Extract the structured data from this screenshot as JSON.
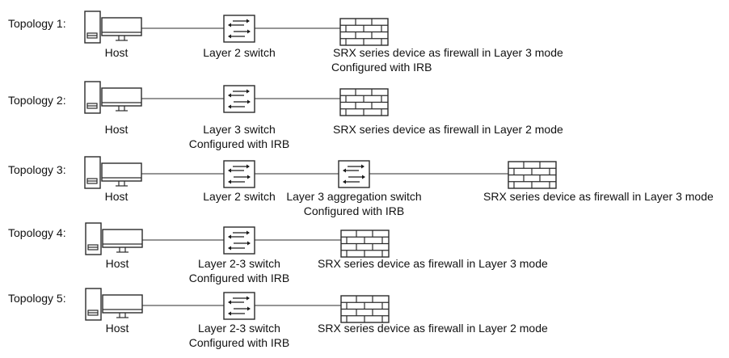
{
  "topologies": [
    {
      "label": "Topology 1:",
      "devices": [
        {
          "type": "host",
          "icon": "host-computer-icon",
          "caption": [
            "Host"
          ]
        },
        {
          "type": "switch",
          "icon": "network-switch-icon",
          "caption": [
            "Layer 2 switch"
          ]
        },
        {
          "type": "firewall",
          "icon": "firewall-icon",
          "caption": [
            "SRX series device as firewall in Layer 3 mode",
            "Configured with IRB"
          ]
        }
      ]
    },
    {
      "label": "Topology 2:",
      "devices": [
        {
          "type": "host",
          "icon": "host-computer-icon",
          "caption": [
            "Host"
          ]
        },
        {
          "type": "switch",
          "icon": "network-switch-icon",
          "caption": [
            "Layer 3 switch",
            "Configured with IRB"
          ]
        },
        {
          "type": "firewall",
          "icon": "firewall-icon",
          "caption": [
            "SRX series device as firewall in Layer 2 mode"
          ]
        }
      ]
    },
    {
      "label": "Topology 3:",
      "devices": [
        {
          "type": "host",
          "icon": "host-computer-icon",
          "caption": [
            "Host"
          ]
        },
        {
          "type": "switch",
          "icon": "network-switch-icon",
          "caption": [
            "Layer 2 switch"
          ]
        },
        {
          "type": "switch",
          "icon": "network-switch-icon",
          "caption": [
            "Layer 3 aggregation switch",
            "Configured with IRB"
          ]
        },
        {
          "type": "firewall",
          "icon": "firewall-icon",
          "caption": [
            "SRX series device as firewall in Layer 3 mode"
          ]
        }
      ]
    },
    {
      "label": "Topology 4:",
      "devices": [
        {
          "type": "host",
          "icon": "host-computer-icon",
          "caption": [
            "Host"
          ]
        },
        {
          "type": "switch",
          "icon": "network-switch-icon",
          "caption": [
            "Layer 2-3 switch",
            "Configured with IRB"
          ]
        },
        {
          "type": "firewall",
          "icon": "firewall-icon",
          "caption": [
            "SRX series device as firewall in Layer 3 mode"
          ]
        }
      ]
    },
    {
      "label": "Topology 5:",
      "devices": [
        {
          "type": "host",
          "icon": "host-computer-icon",
          "caption": [
            "Host"
          ]
        },
        {
          "type": "switch",
          "icon": "network-switch-icon",
          "caption": [
            "Layer 2-3 switch",
            "Configured with IRB"
          ]
        },
        {
          "type": "firewall",
          "icon": "firewall-icon",
          "caption": [
            "SRX series device as firewall in Layer 2 mode"
          ]
        }
      ]
    }
  ]
}
